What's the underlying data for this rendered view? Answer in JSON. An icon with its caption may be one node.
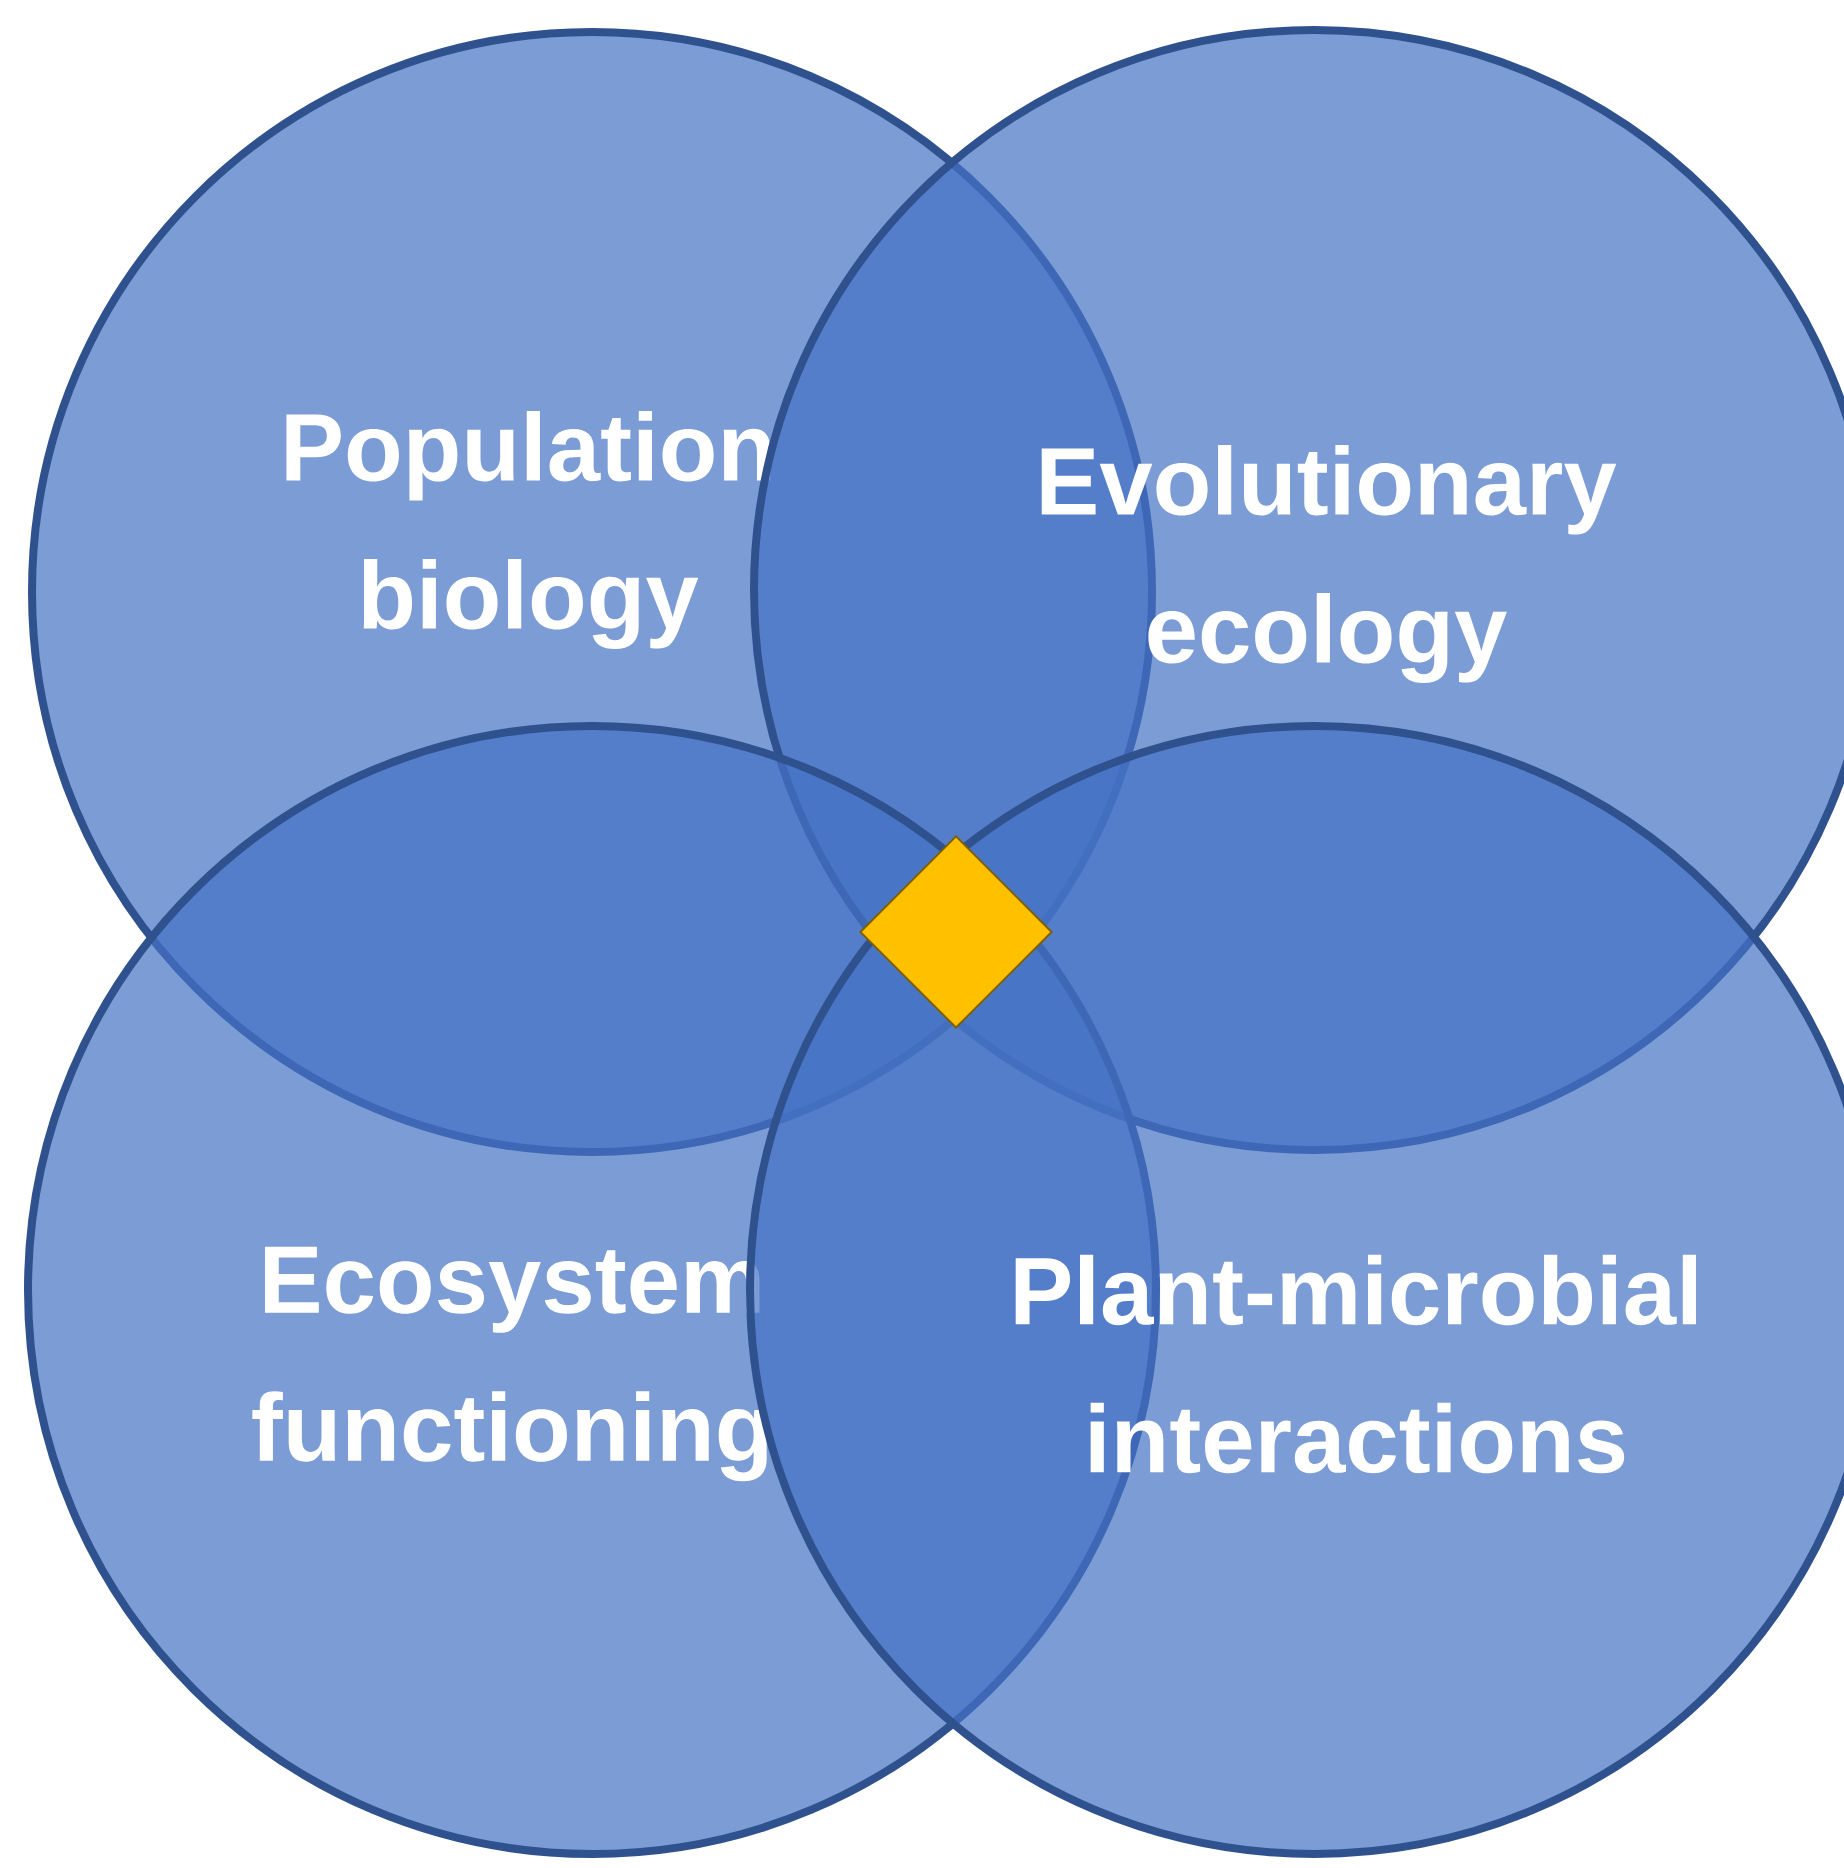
{
  "diagram": {
    "nodes": [
      {
        "text": [
          "Population biology"
        ]
      },
      {
        "text": [
          "Evolutionary ecology"
        ]
      },
      {
        "text": [
          "Ecosystem functioning"
        ]
      },
      {
        "text": [
          "Plant-microbial interactions"
        ]
      },
      {
        "text": [],
        "shape": "diamond"
      }
    ]
  }
}
